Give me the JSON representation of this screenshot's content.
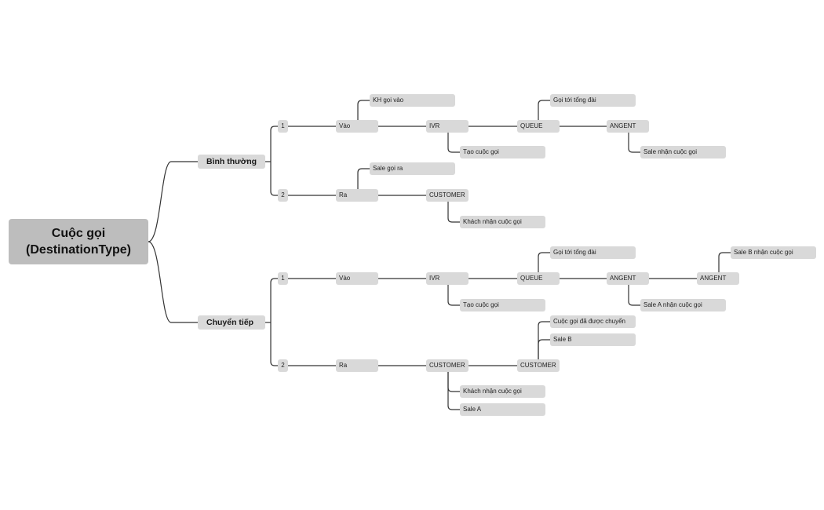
{
  "root": {
    "line1": "Cuộc gọi",
    "line2": "(DestinationType)"
  },
  "branches": {
    "normal": {
      "label": "Bình thường",
      "items": [
        {
          "num": "1",
          "direction": "Vào",
          "ivr": "IVR",
          "queue": "QUEUE",
          "agent": "ANGENT",
          "direction_note": "KH gọi vào",
          "ivr_note": "Tạo cuộc gọi",
          "queue_note": "Gọi tới tổng đài",
          "agent_note": "Sale nhận cuộc gọi"
        },
        {
          "num": "2",
          "direction": "Ra",
          "customer": "CUSTOMER",
          "direction_note": "Sale gọi ra",
          "customer_note": "Khách nhận cuộc gọi"
        }
      ]
    },
    "forward": {
      "label": "Chuyển tiếp",
      "items": [
        {
          "num": "1",
          "direction": "Vào",
          "ivr": "IVR",
          "queue": "QUEUE",
          "agent": "ANGENT",
          "agent2": "ANGENT",
          "ivr_note": "Tạo cuộc gọi",
          "queue_note": "Gọi tới tổng đài",
          "agent_note": "Sale A nhận cuộc gọi",
          "agent2_note": "Sale B nhận cuộc gọi"
        },
        {
          "num": "2",
          "direction": "Ra",
          "customer": "CUSTOMER",
          "customer2": "CUSTOMER",
          "customer_notes": [
            "Khách nhận cuộc gọi",
            "Sale A"
          ],
          "customer2_notes": [
            "Cuộc gọi đã được chuyển",
            "Sale B"
          ]
        }
      ]
    }
  },
  "colors": {
    "line": "#333333",
    "node": "#d9d9d9",
    "root": "#bdbdbd"
  }
}
